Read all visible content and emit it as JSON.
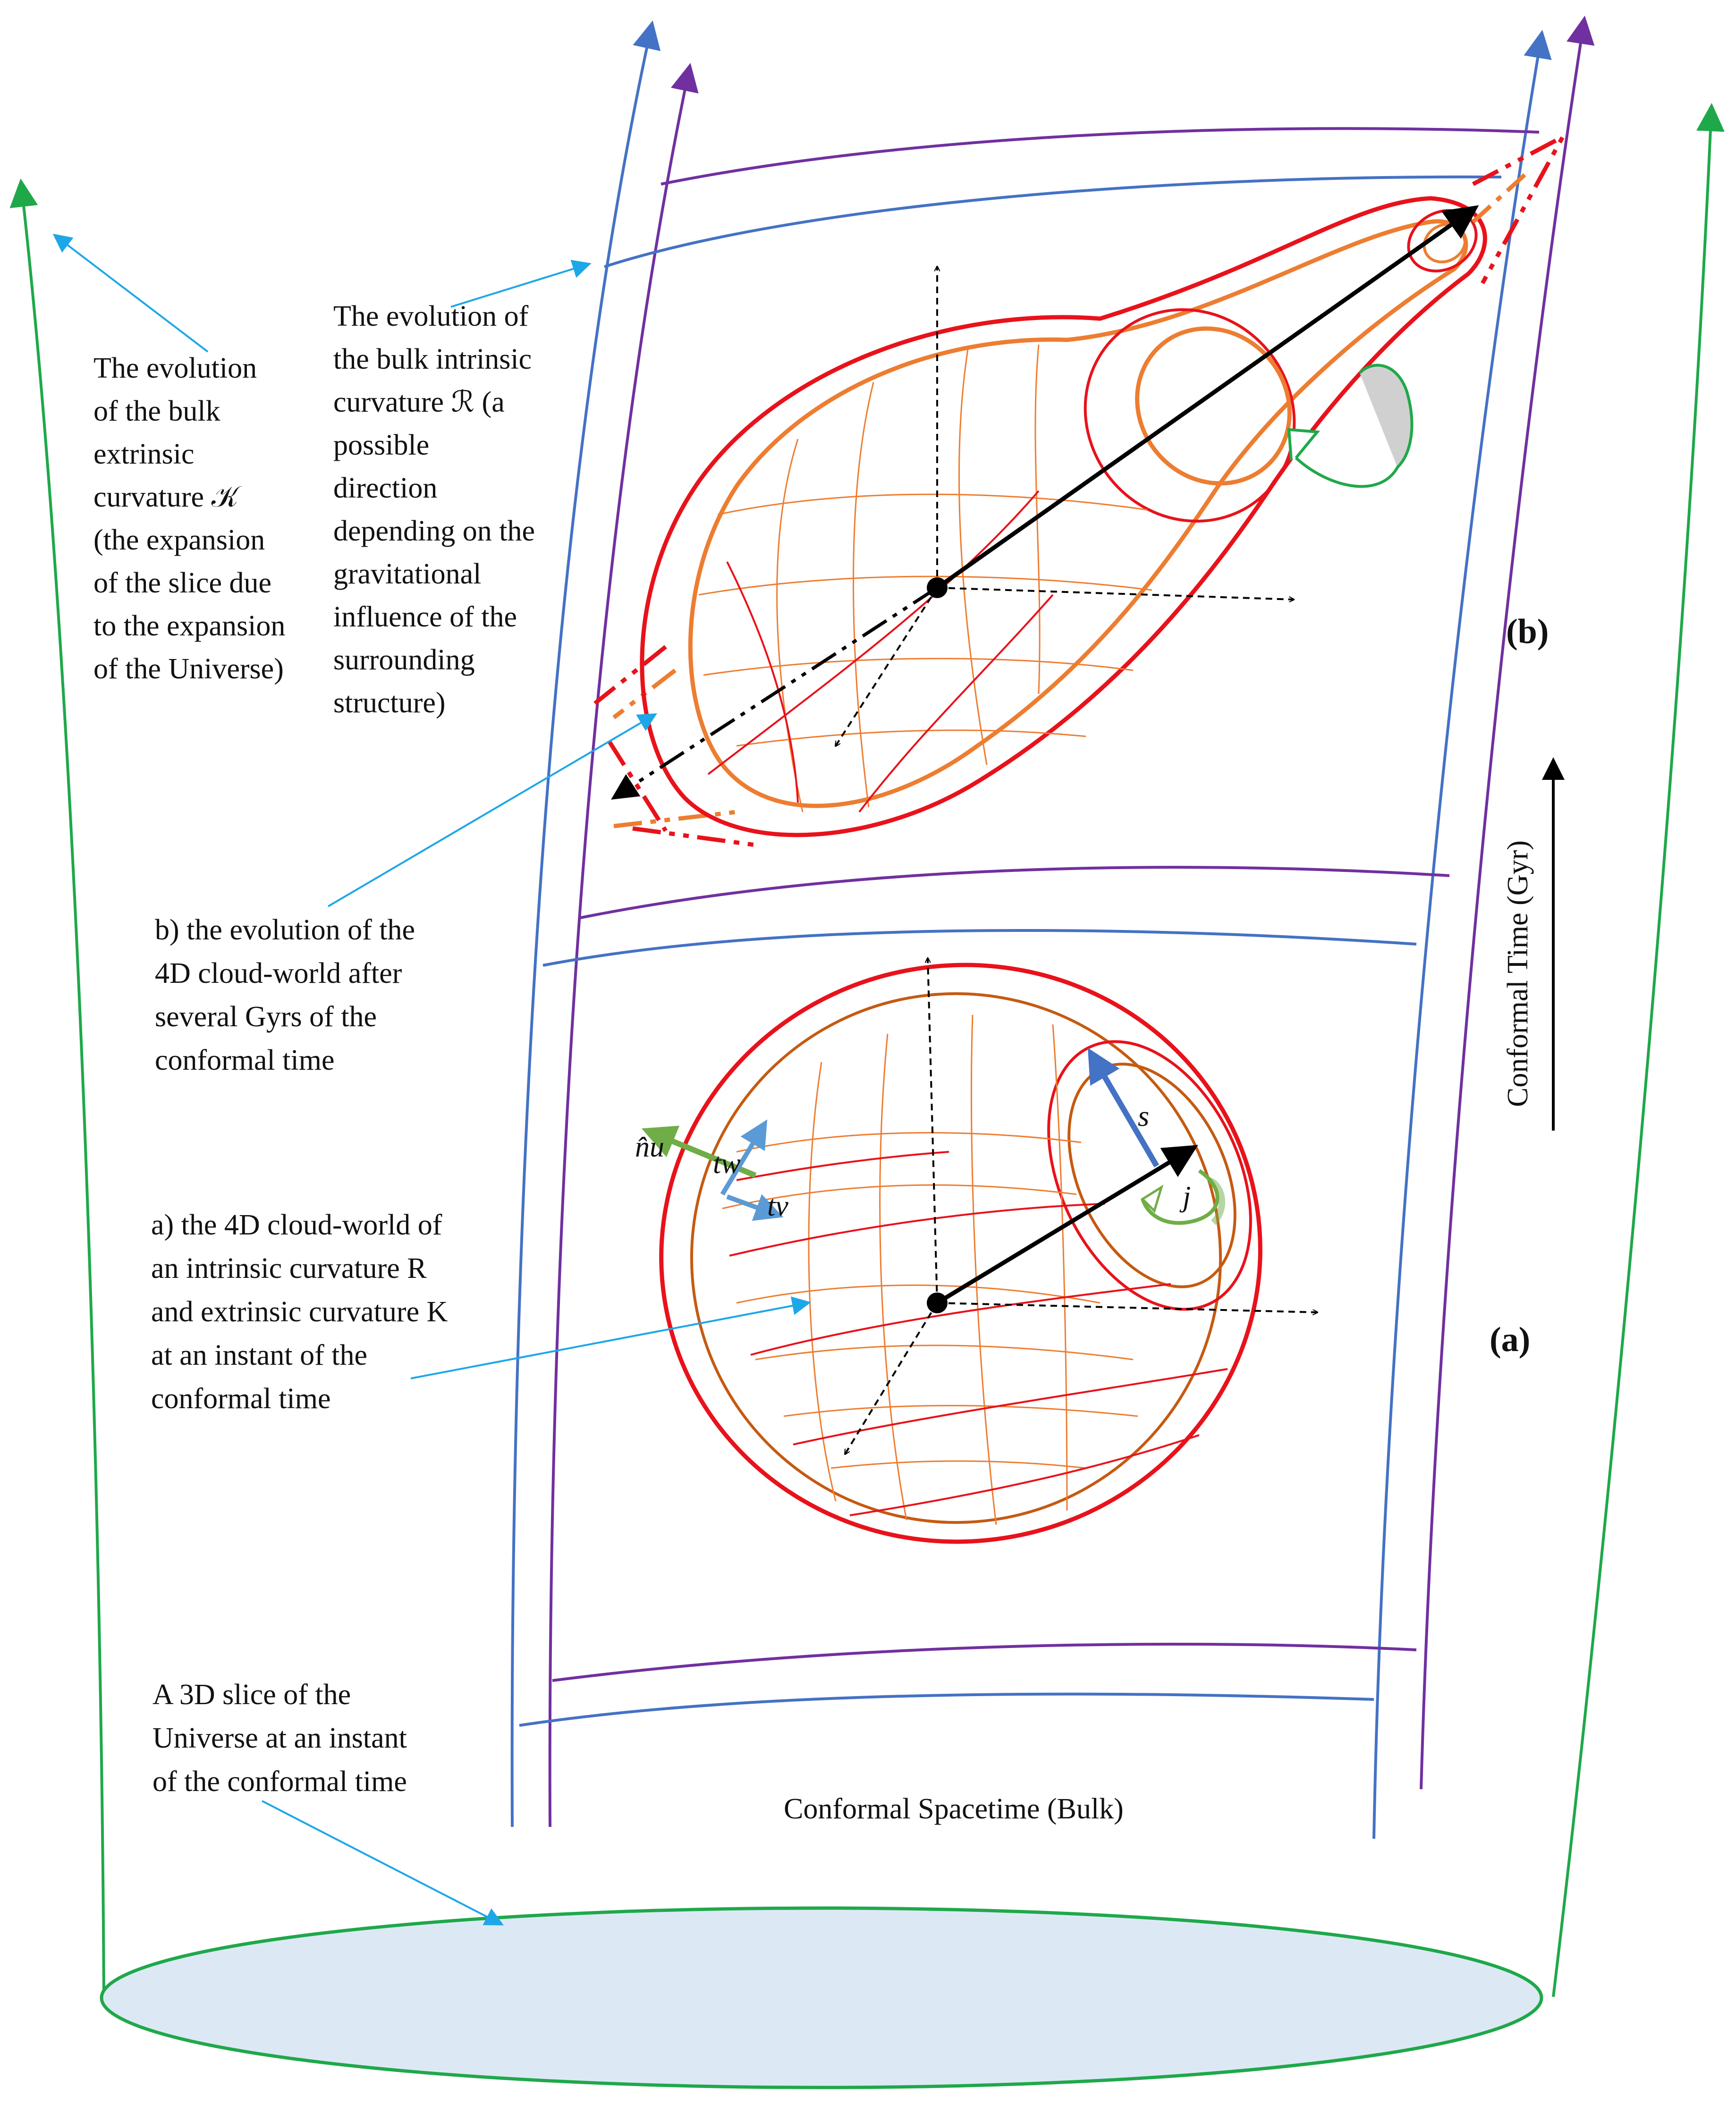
{
  "labels": {
    "extrinsic": [
      "The evolution",
      "of the bulk",
      "extrinsic",
      "curvature 𝒦",
      "(the expansion",
      "of the slice due",
      "to the expansion",
      "of the Universe)"
    ],
    "intrinsic": [
      "The evolution of",
      "the bulk intrinsic",
      "curvature ℛ (a",
      "possible",
      "direction",
      "depending on the",
      "gravitational",
      "influence of the",
      "surrounding",
      "structure)"
    ],
    "evolution_b": [
      "b) the evolution of the",
      "4D cloud-world after",
      "several Gyrs of the",
      "conformal time"
    ],
    "cloud_world_a": [
      "a) the 4D cloud-world of",
      "an intrinsic curvature R",
      "and extrinsic curvature K",
      "at an instant of the",
      "conformal time"
    ],
    "slice_3d": [
      "A 3D slice of the",
      "Universe at an instant",
      "of the conformal time"
    ],
    "bulk_label": "Conformal Spacetime (Bulk)",
    "time_axis_label": "Conformal Time (Gyr)",
    "tag_b": "(b)",
    "tag_a": "(a)",
    "sym_s": "s",
    "sym_j": "j",
    "sym_nu": "n̂u",
    "sym_tw": "tw",
    "sym_tv": "tv"
  },
  "colors": {
    "green": "#1fa84a",
    "blue": "#4472c4",
    "purple": "#7030a0",
    "red": "#e8121b",
    "orange": "#ed7d31",
    "brown": "#c55a11",
    "cyan": "#1ea7e8",
    "steelblue": "#5b9bd5",
    "leafgreen": "#70ad47",
    "ellipse_fill": "#dce9f5"
  }
}
